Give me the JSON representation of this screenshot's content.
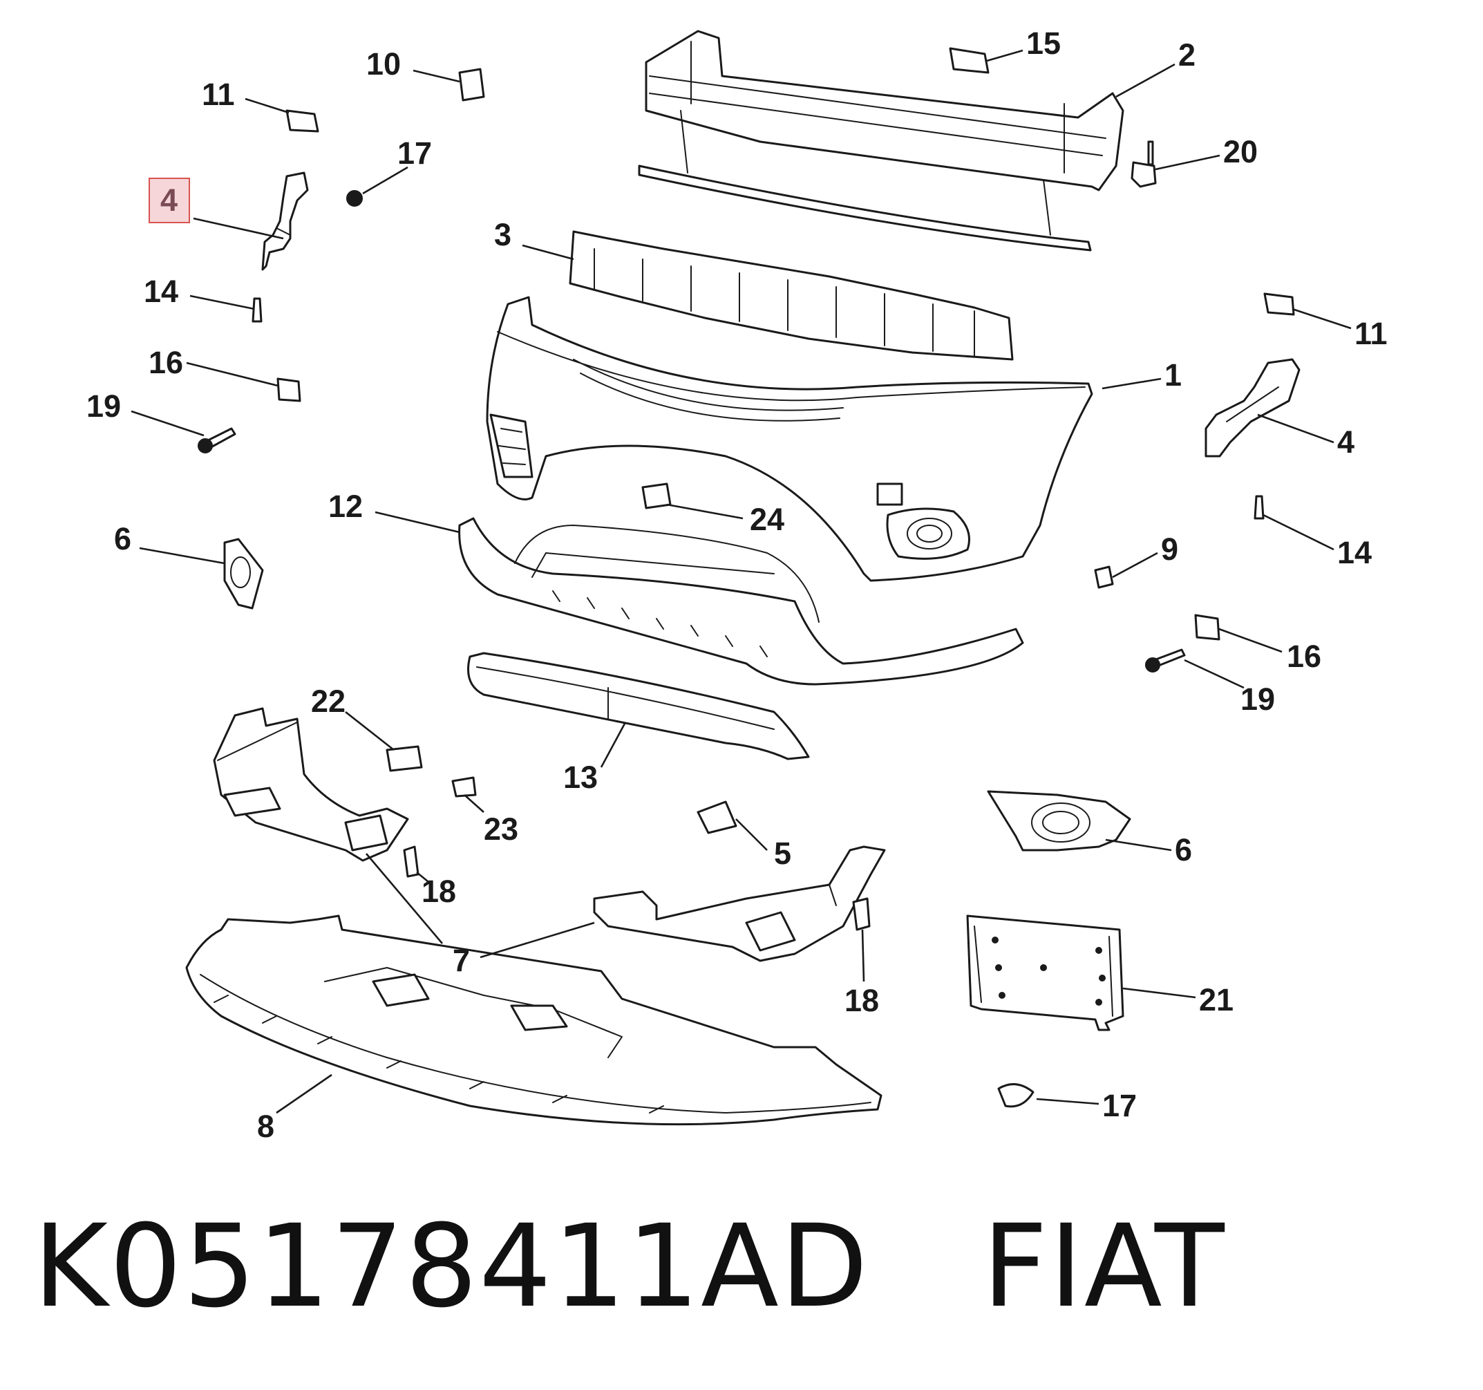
{
  "caption": {
    "part_number": "K05178411AD",
    "brand": "FIAT"
  },
  "highlighted_callout": "4",
  "colors": {
    "highlight_fill": "#f7d6da",
    "highlight_border": "#d9534f",
    "line": "#1a1a1a"
  },
  "callouts": {
    "c1": "1",
    "c2": "2",
    "c3": "3",
    "c4a": "4",
    "c4b": "4",
    "c5": "5",
    "c6a": "6",
    "c6b": "6",
    "c7": "7",
    "c8": "8",
    "c9": "9",
    "c10": "10",
    "c11a": "11",
    "c11b": "11",
    "c12": "12",
    "c13": "13",
    "c14a": "14",
    "c14b": "14",
    "c15": "15",
    "c16a": "16",
    "c16b": "16",
    "c17a": "17",
    "c17b": "17",
    "c18a": "18",
    "c18b": "18",
    "c19a": "19",
    "c19b": "19",
    "c20": "20",
    "c21": "21",
    "c22": "22",
    "c23": "23",
    "c24": "24"
  }
}
